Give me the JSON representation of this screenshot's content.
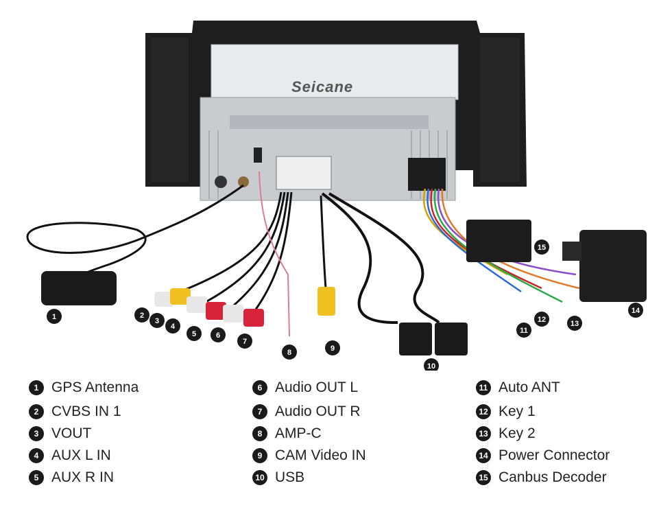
{
  "brand": "Seicane",
  "legend": [
    {
      "num": "1",
      "label": "GPS Antenna"
    },
    {
      "num": "2",
      "label": "CVBS IN 1"
    },
    {
      "num": "3",
      "label": "VOUT"
    },
    {
      "num": "4",
      "label": "AUX L IN"
    },
    {
      "num": "5",
      "label": "AUX R IN"
    },
    {
      "num": "6",
      "label": "Audio OUT L"
    },
    {
      "num": "7",
      "label": "Audio OUT R"
    },
    {
      "num": "8",
      "label": "AMP-C"
    },
    {
      "num": "9",
      "label": "CAM Video IN"
    },
    {
      "num": "10",
      "label": "USB"
    },
    {
      "num": "11",
      "label": "Auto ANT"
    },
    {
      "num": "12",
      "label": "Key 1"
    },
    {
      "num": "13",
      "label": "Key 2"
    },
    {
      "num": "14",
      "label": "Power Connector"
    },
    {
      "num": "15",
      "label": "Canbus Decoder"
    }
  ],
  "callouts": [
    "1",
    "2",
    "3",
    "4",
    "5",
    "6",
    "7",
    "8",
    "9",
    "10",
    "11",
    "12",
    "13",
    "14",
    "15"
  ]
}
